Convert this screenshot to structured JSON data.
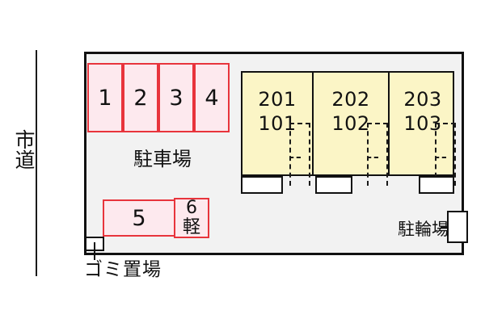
{
  "site": {
    "road_label": "市道",
    "parking_lot_label": "駐車場",
    "bicycle_parking_label": "駐輪場",
    "garbage_area_label": "ゴミ置場"
  },
  "parking_stalls": [
    {
      "id": "1",
      "number": "1",
      "kei": ""
    },
    {
      "id": "2",
      "number": "2",
      "kei": ""
    },
    {
      "id": "3",
      "number": "3",
      "kei": ""
    },
    {
      "id": "4",
      "number": "4",
      "kei": ""
    },
    {
      "id": "5",
      "number": "5",
      "kei": ""
    },
    {
      "id": "6",
      "number": "6",
      "kei": "軽"
    }
  ],
  "building": {
    "units": [
      {
        "upper": "201",
        "lower": "101"
      },
      {
        "upper": "202",
        "lower": "102"
      },
      {
        "upper": "203",
        "lower": "103"
      }
    ]
  },
  "colors": {
    "stall_fill": "#fde9ee",
    "stall_border": "#e8343c",
    "building_fill": "#fbf5c6",
    "site_fill": "#f2f2f2",
    "outline": "#111111"
  }
}
